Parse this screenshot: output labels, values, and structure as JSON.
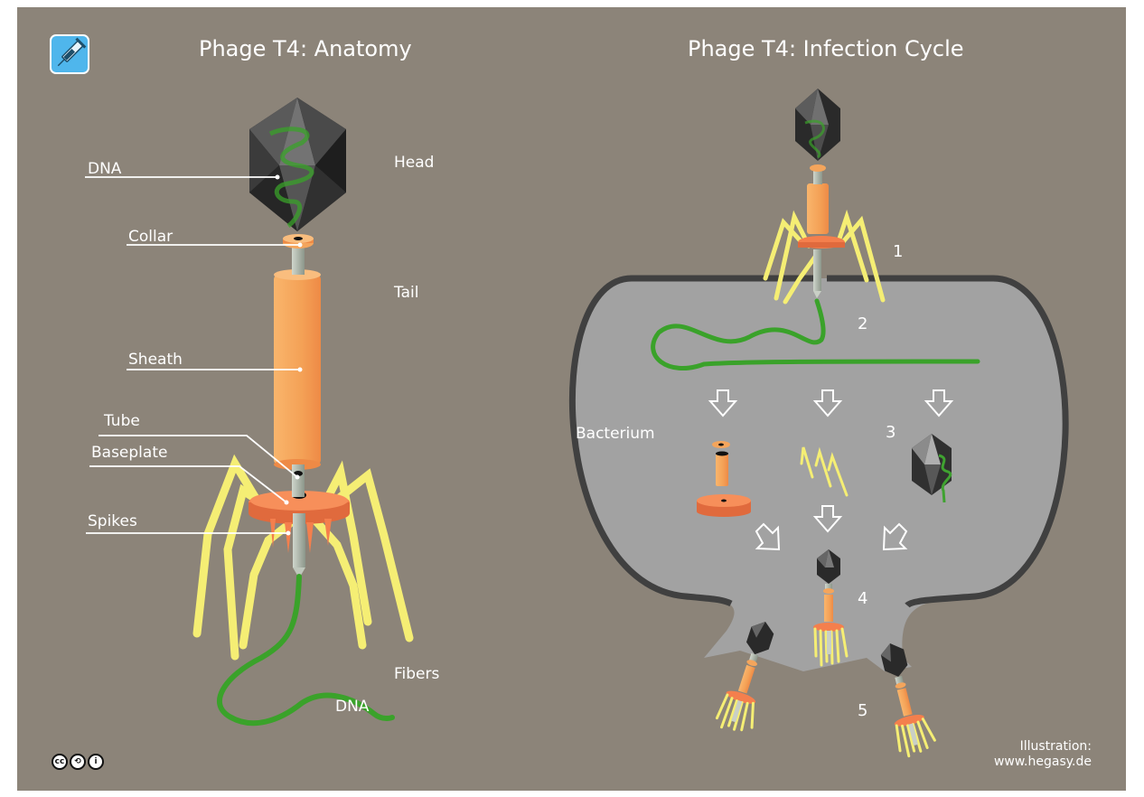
{
  "titles": {
    "anatomy": "Phage T4: Anatomy",
    "cycle": "Phage T4: Infection Cycle"
  },
  "anatomy_labels": {
    "dna_top": "DNA",
    "head": "Head",
    "collar": "Collar",
    "tail": "Tail",
    "sheath": "Sheath",
    "tube": "Tube",
    "baseplate": "Baseplate",
    "spikes": "Spikes",
    "fibers": "Fibers",
    "dna_bottom": "DNA"
  },
  "cycle_labels": {
    "bacterium": "Bacterium",
    "steps": [
      "1",
      "2",
      "3",
      "4",
      "5"
    ]
  },
  "credit": {
    "line1": "Illustration:",
    "line2": "www.hegasy.de"
  },
  "license": {
    "cc": "cc",
    "by": "i",
    "sa": "⟲"
  },
  "icons": {
    "logo": "syringe-icon",
    "license": "creative-commons-icon"
  },
  "colors": {
    "background": "#8c8479",
    "head": "#2e2e2e",
    "sheath": "#f4a55c",
    "baseplate": "#f47f4d",
    "fibers": "#f5ee74",
    "dna": "#3aa22a",
    "bacterium": "#a2a2a2",
    "membrane": "#404040"
  }
}
